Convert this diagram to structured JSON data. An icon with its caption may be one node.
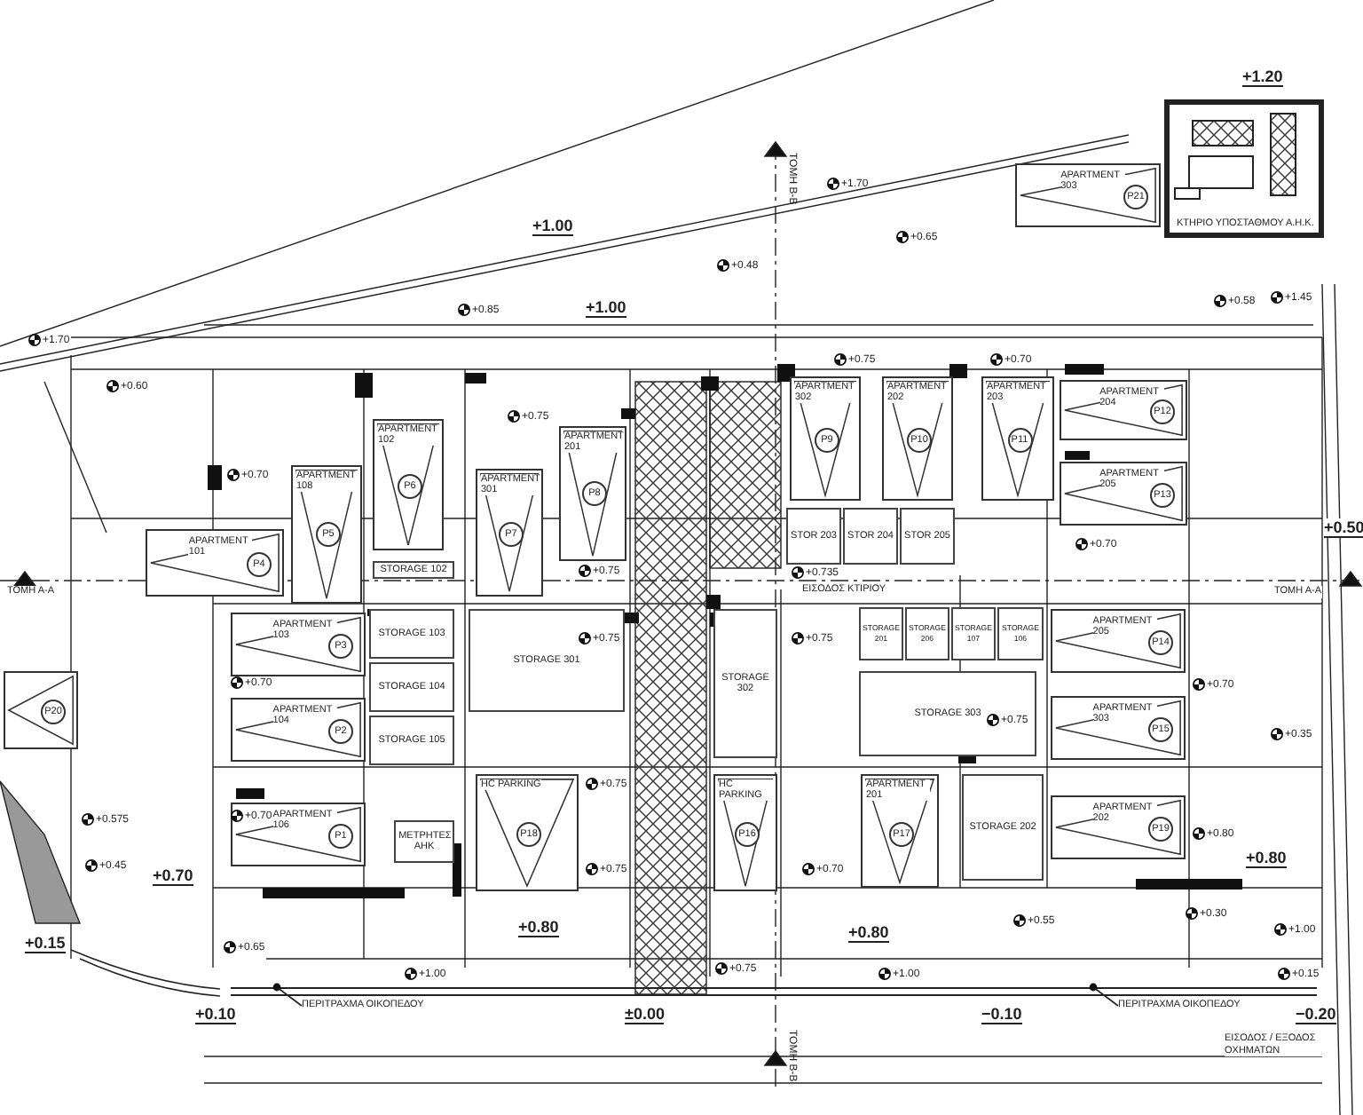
{
  "diagram": {
    "nodes": [
      {
        "text": [
          "APARTMENT 101",
          "P4"
        ]
      },
      {
        "text": [
          "APARTMENT 108",
          "P5"
        ]
      },
      {
        "text": [
          "APARTMENT 102",
          "P6"
        ]
      },
      {
        "text": [
          "APARTMENT 301",
          "P7"
        ]
      },
      {
        "text": [
          "APARTMENT 201",
          "P8"
        ]
      },
      {
        "text": [
          "APARTMENT 302",
          "P9"
        ]
      },
      {
        "text": [
          "APARTMENT 202",
          "P10"
        ]
      },
      {
        "text": [
          "APARTMENT 203",
          "P11"
        ]
      },
      {
        "text": [
          "APARTMENT 204",
          "P12"
        ]
      },
      {
        "text": [
          "APARTMENT 205",
          "P13"
        ]
      },
      {
        "text": [
          "APARTMENT 303",
          "P21"
        ]
      },
      {
        "text": [
          "APARTMENT 103",
          "P3"
        ]
      },
      {
        "text": [
          "APARTMENT 104",
          "P2"
        ]
      },
      {
        "text": [
          "APARTMENT 106",
          "P1"
        ]
      },
      {
        "text": [
          "P20"
        ]
      },
      {
        "text": [
          "STORAGE 102"
        ]
      },
      {
        "text": [
          "STORAGE 103"
        ]
      },
      {
        "text": [
          "STORAGE 104"
        ]
      },
      {
        "text": [
          "STORAGE 105"
        ]
      },
      {
        "text": [
          "STORAGE 301"
        ]
      },
      {
        "text": [
          "ΜΕΤΡΗΤΕΣ ΑΗΚ"
        ]
      },
      {
        "text": [
          "HC PARKING",
          "P18"
        ]
      },
      {
        "text": [
          "HC PARKING",
          "P16"
        ]
      },
      {
        "text": [
          "APARTMENT 201",
          "P17"
        ]
      },
      {
        "text": [
          "STORAGE 302"
        ]
      },
      {
        "text": [
          "STORAGE 201"
        ]
      },
      {
        "text": [
          "STORAGE 206"
        ]
      },
      {
        "text": [
          "STORAGE 107"
        ]
      },
      {
        "text": [
          "STORAGE 106"
        ]
      },
      {
        "text": [
          "STORAGE 303"
        ]
      },
      {
        "text": [
          "STORAGE 202"
        ]
      },
      {
        "text": [
          "APARTMENT 205",
          "P14"
        ]
      },
      {
        "text": [
          "APARTMENT 303",
          "P15"
        ]
      },
      {
        "text": [
          "APARTMENT 202",
          "P19"
        ]
      },
      {
        "text": [
          "STOR 203"
        ]
      },
      {
        "text": [
          "STOR 204"
        ]
      },
      {
        "text": [
          "STOR 205"
        ]
      },
      {
        "text": [
          "ΚΤΗΡΙΟ ΥΠΟΣΤΑΘΜΟΥ Α.Η.Κ."
        ]
      },
      {
        "text": [
          "ΠΕΡΙΤΡΑΧΜΑ ΟΙΚΟΠΕΔΟΥ"
        ]
      },
      {
        "text": [
          "ΠΕΡΙΤΡΑΧΜΑ ΟΙΚΟΠΕΔΟΥ"
        ]
      },
      {
        "text": [],
        "shape": "bar"
      }
    ],
    "edges": [
      {
        "from": 38,
        "to": 40,
        "arrow": "other"
      },
      {
        "from": 39,
        "to": 40,
        "arrow": "other"
      }
    ],
    "labels": [
      "+1.20",
      "+1.00",
      "+1.70",
      "+0.65",
      "+0.48",
      "+0.58",
      "+1.45",
      "ΤΟΜΗ Β-Β",
      "+0.85",
      "+1.00",
      "+1.70",
      "+0.60",
      "+0.75",
      "+0.75",
      "+0.70",
      "+0.70",
      "+0.75",
      "ΤΟΜΗ Α-Α",
      "+0.735",
      "ΕΙΣΟΔΟΣ ΚΤΙΡΙΟΥ",
      "+0.70",
      "+0.50",
      "ΤΟΜΗ Α-Α",
      "+0.75",
      "+0.75",
      "+0.70",
      "+0.70",
      "+0.75",
      "+0.35",
      "+0.575",
      "+0.70",
      "+0.75",
      "+0.80",
      "+0.80",
      "+0.45",
      "+0.75",
      "+0.70",
      "+0.70",
      "+0.80",
      "+0.80",
      "+0.55",
      "+0.30",
      "+1.00",
      "+0.15",
      "+0.65",
      "+0.75",
      "+1.00",
      "+1.00",
      "+0.15",
      "+0.10",
      "±0.00",
      "−0.10",
      "−0.20",
      "ΤΟΜΗ Β-Β",
      "ΕΙΣΟΔΟΣ / ΕΞΟΔΟΣ ΟΧΗΜΑΤΩΝ"
    ]
  }
}
